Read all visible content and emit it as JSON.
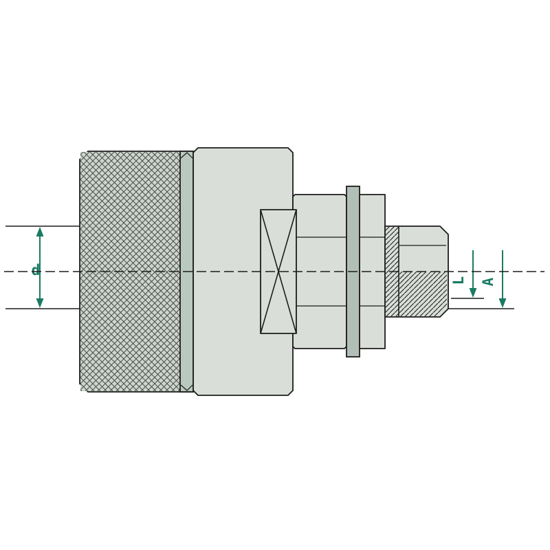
{
  "diagram": {
    "labels": {
      "diameter_d": "d",
      "length_l": "L",
      "length_a": "A"
    },
    "colors": {
      "background": "#ffffff",
      "outline": "#1c1c1c",
      "fill-light": "#d9ded9",
      "fill-band": "#bac9bf",
      "fill-ring": "#b2bfb6",
      "fill-knurl": "#ced4ce",
      "knurl-line": "#474d47",
      "dimension": "#1a7a63"
    }
  }
}
